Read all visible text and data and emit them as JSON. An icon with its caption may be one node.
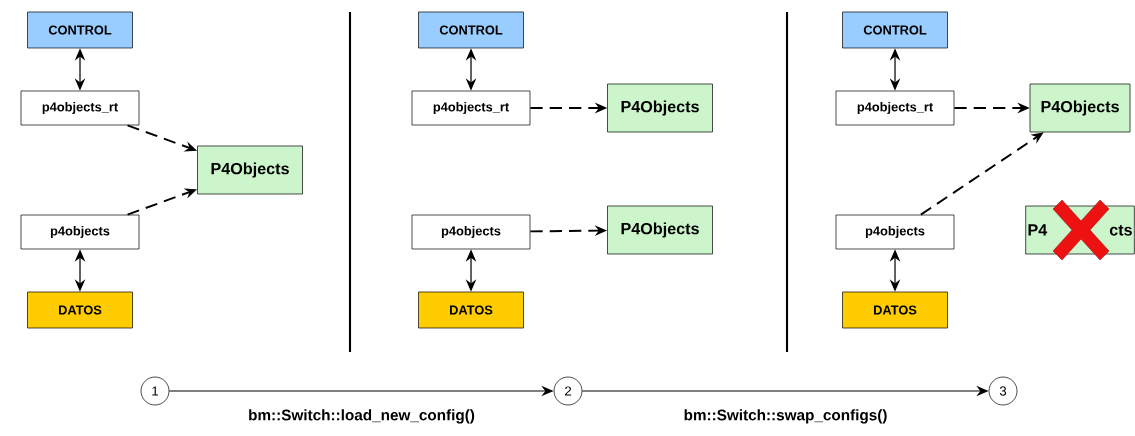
{
  "diagram": {
    "nodes": [
      {
        "text": [
          "CONTROL"
        ]
      },
      {
        "text": [
          "p4objects_rt"
        ]
      },
      {
        "text": [
          "P4Objects"
        ]
      },
      {
        "text": [
          "p4objects"
        ]
      },
      {
        "text": [
          "DATOS"
        ]
      },
      {
        "text": [
          "CONTROL"
        ]
      },
      {
        "text": [
          "p4objects_rt"
        ]
      },
      {
        "text": [
          "P4Objects"
        ]
      },
      {
        "text": [
          "p4objects"
        ]
      },
      {
        "text": [
          "P4Objects"
        ]
      },
      {
        "text": [
          "DATOS"
        ]
      },
      {
        "text": [
          "CONTROL"
        ]
      },
      {
        "text": [
          "p4objects_rt"
        ]
      },
      {
        "text": [
          "P4Objects"
        ]
      },
      {
        "text": [
          "p4objects"
        ]
      },
      {
        "text": [
          "P4",
          "cts"
        ]
      },
      {
        "text": [
          "DATOS"
        ]
      },
      {
        "text": [
          "1"
        ]
      },
      {
        "text": [
          "2"
        ]
      },
      {
        "text": [
          "3"
        ]
      }
    ],
    "edges": [
      {
        "from": 0,
        "to": 1,
        "arrow": "both"
      },
      {
        "from": 1,
        "to": 2,
        "arrow": "to",
        "style": "dashed"
      },
      {
        "from": 3,
        "to": 2,
        "arrow": "to",
        "style": "dashed"
      },
      {
        "from": 3,
        "to": 4,
        "arrow": "both"
      },
      {
        "from": 5,
        "to": 6,
        "arrow": "both"
      },
      {
        "from": 6,
        "to": 7,
        "arrow": "to",
        "style": "dashed"
      },
      {
        "from": 8,
        "to": 9,
        "arrow": "to",
        "style": "dashed"
      },
      {
        "from": 8,
        "to": 10,
        "arrow": "both"
      },
      {
        "from": 11,
        "to": 12,
        "arrow": "both"
      },
      {
        "from": 12,
        "to": 13,
        "arrow": "to",
        "style": "dashed"
      },
      {
        "from": 14,
        "to": 13,
        "arrow": "to",
        "style": "dashed"
      },
      {
        "from": 14,
        "to": 16,
        "arrow": "both"
      },
      {
        "from": 17,
        "to": 18,
        "arrow": "to",
        "label": "bm::Switch::load_new_config()"
      },
      {
        "from": 18,
        "to": 19,
        "arrow": "to",
        "label": "bm::Switch::swap_configs()"
      }
    ]
  }
}
